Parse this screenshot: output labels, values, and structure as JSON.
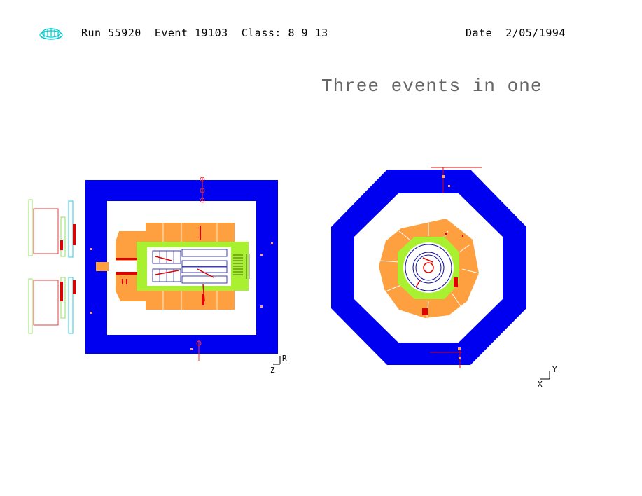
{
  "header": {
    "logo_icon": "experiment-logo-icon",
    "run_label": "Run",
    "run_number": "55920",
    "event_label": "Event",
    "event_number": "19103",
    "class_label": "Class:",
    "class_values": "8 9 13",
    "date_label": "Date",
    "date_value": "2/05/1994"
  },
  "title": "Three events in one",
  "side_view": {
    "axis_vertical_label": "R",
    "axis_horizontal_label": "Z"
  },
  "end_view": {
    "axis_vertical_label": "Y",
    "axis_horizontal_label": "X"
  },
  "colors": {
    "muon": "#0000ff",
    "hadron_calorimeter": "#ffa040",
    "em_calorimeter": "#aaff33",
    "hits": "#ff0000",
    "logo": "#00cccc"
  }
}
